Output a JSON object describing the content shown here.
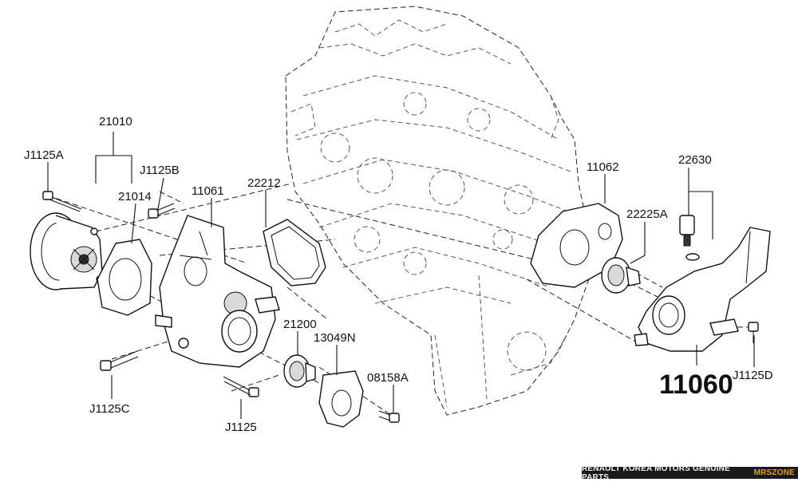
{
  "diagram": {
    "callouts": {
      "p21010": "21010",
      "pJ1125A": "J1125A",
      "pJ1125B": "J1125B",
      "p21014": "21014",
      "p11061": "11061",
      "p22212": "22212",
      "p11062": "11062",
      "p22630": "22630",
      "p22225A": "22225A",
      "p21200": "21200",
      "p13049N": "13049N",
      "p08158A": "08158A",
      "pJ1125C": "J1125C",
      "pJ1125": "J1125",
      "pJ1125D": "J1125D",
      "p11060": "11060"
    }
  },
  "footer": {
    "main": "RENAULT KOREA MOTORS GENUINE PARTS",
    "zone": "MRSZONE"
  }
}
